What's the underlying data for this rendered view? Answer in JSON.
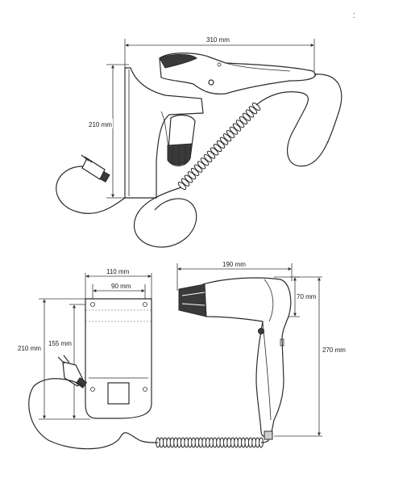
{
  "diagram": {
    "dimensions": {
      "side_width": "310 mm",
      "side_height": "210 mm",
      "front_width": "110 mm",
      "front_hole_spacing": "90 mm",
      "front_height": "210 mm",
      "front_hole_height": "155 mm",
      "dryer_width": "190 mm",
      "dryer_nozzle": "70 mm",
      "dryer_height": "270 mm"
    },
    "corner_marks": "⁚"
  }
}
